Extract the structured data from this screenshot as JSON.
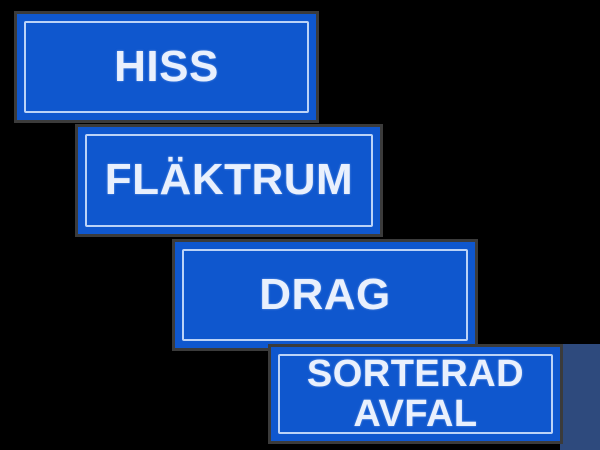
{
  "scene": {
    "kind": "photo-of-wayfinding-signs",
    "language": "sv",
    "background_color": "#000000",
    "sign_face_color": "#0f57ce",
    "sign_outer_border_color": "#3b3b3b",
    "sign_inner_border_color": "#bcd3f7",
    "text_color": "#e9f0fd",
    "shadow_color": "#2e4a7d"
  },
  "signs": [
    {
      "id": "hiss",
      "text": "HISS",
      "lines": [
        "HISS"
      ],
      "order": 1
    },
    {
      "id": "flaktrum",
      "text": "FLÄKTRUM",
      "lines": [
        "FLÄKTRUM"
      ],
      "order": 2
    },
    {
      "id": "drag",
      "text": "DRAG",
      "lines": [
        "DRAG"
      ],
      "order": 3
    },
    {
      "id": "sorterad-avfal",
      "text": "SORTERAD\nAVFAL",
      "lines": [
        "SORTERAD",
        "AVFAL"
      ],
      "order": 4
    }
  ]
}
